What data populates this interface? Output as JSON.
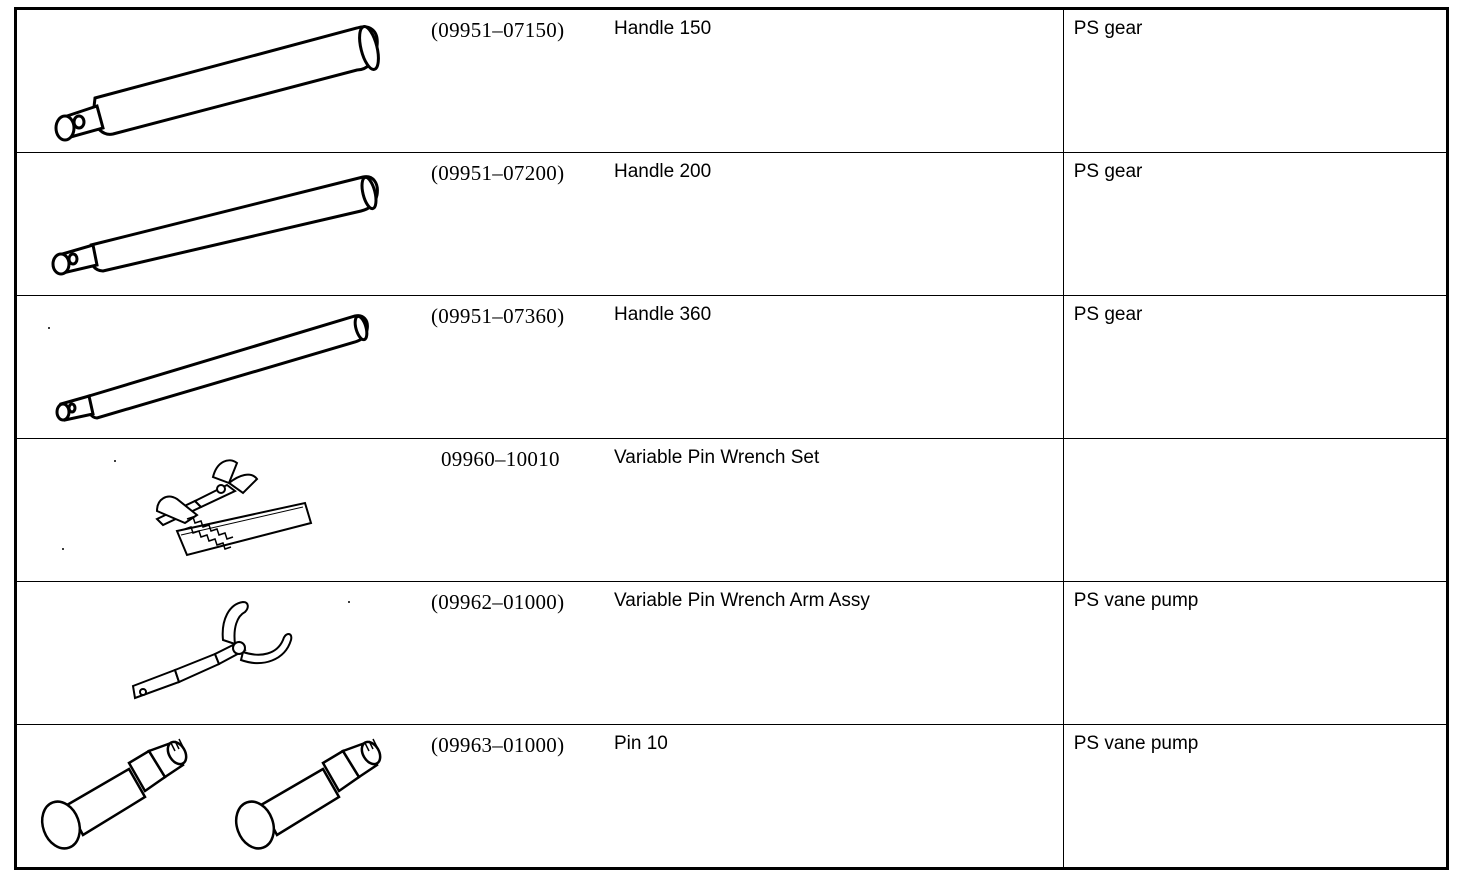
{
  "rows": [
    {
      "part_no": "(09951–07150)",
      "name": "Handle 150",
      "use": "PS gear",
      "illustration": "handle-150-illustration"
    },
    {
      "part_no": "(09951–07200)",
      "name": "Handle 200",
      "use": "PS gear",
      "illustration": "handle-200-illustration"
    },
    {
      "part_no": "(09951–07360)",
      "name": "Handle 360",
      "use": "PS gear",
      "illustration": "handle-360-illustration"
    },
    {
      "part_no": "09960–10010",
      "name": "Variable Pin Wrench Set",
      "use": "",
      "illustration": "pin-wrench-set-illustration"
    },
    {
      "part_no": "(09962–01000)",
      "name": "Variable Pin Wrench Arm Assy",
      "use": "PS vane pump",
      "illustration": "pin-wrench-arm-illustration"
    },
    {
      "part_no": "(09963–01000)",
      "name": "Pin 10",
      "use": "PS vane pump",
      "illustration": "pin-10-illustration"
    }
  ]
}
